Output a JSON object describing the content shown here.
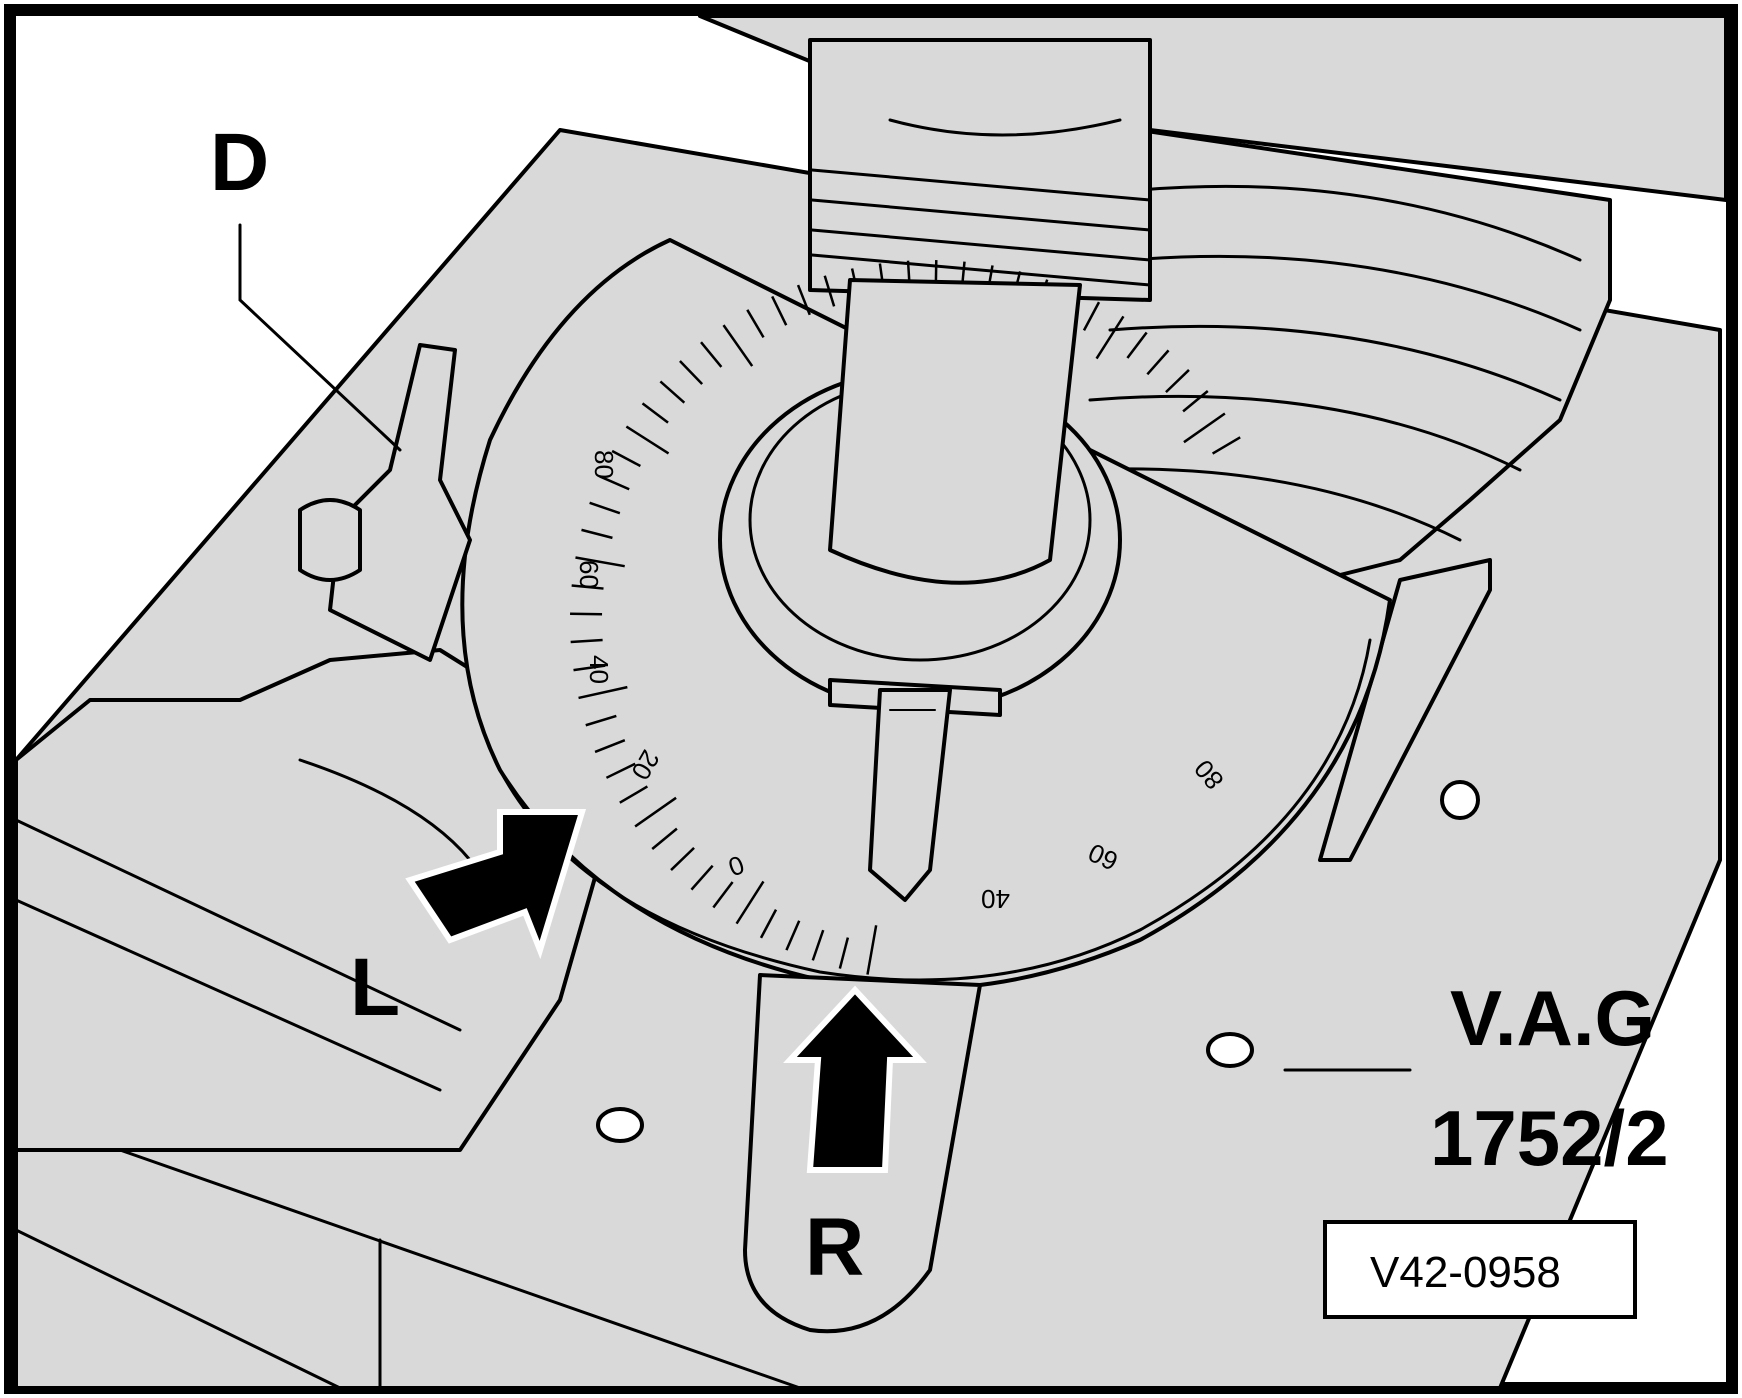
{
  "labels": {
    "d": "D",
    "l": "L",
    "r": "R",
    "tool_line1": "V.A.G",
    "tool_line2": "1752/2",
    "figure_code": "V42-0958"
  },
  "scale": {
    "left_numbers": [
      "80",
      "60",
      "40",
      "20"
    ],
    "zero": "0",
    "right_numbers": [
      "40",
      "60",
      "80"
    ]
  }
}
